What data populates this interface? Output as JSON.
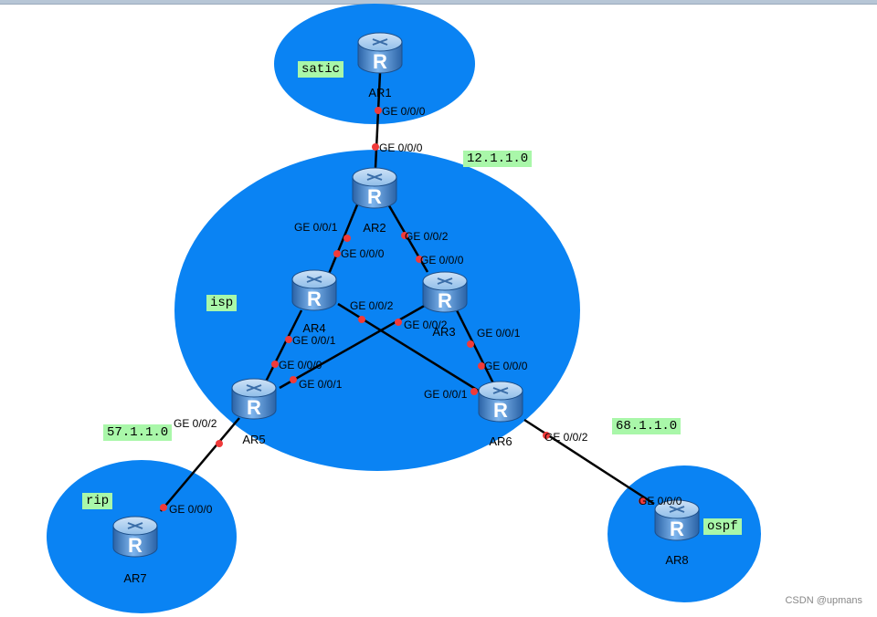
{
  "zones": [
    {
      "id": "static",
      "label": "satic"
    },
    {
      "id": "isp",
      "label": "isp"
    },
    {
      "id": "rip",
      "label": "rip"
    },
    {
      "id": "ospf",
      "label": "ospf"
    }
  ],
  "networks": [
    {
      "id": "net12",
      "label": "12.1.1.0"
    },
    {
      "id": "net57",
      "label": "57.1.1.0"
    },
    {
      "id": "net68",
      "label": "68.1.1.0"
    }
  ],
  "routers": [
    {
      "id": "ar1",
      "name": "AR1"
    },
    {
      "id": "ar2",
      "name": "AR2"
    },
    {
      "id": "ar3",
      "name": "AR3"
    },
    {
      "id": "ar4",
      "name": "AR4"
    },
    {
      "id": "ar5",
      "name": "AR5"
    },
    {
      "id": "ar6",
      "name": "AR6"
    },
    {
      "id": "ar7",
      "name": "AR7"
    },
    {
      "id": "ar8",
      "name": "AR8"
    }
  ],
  "ports": {
    "ar1_g000": "GE 0/0/0",
    "ar2_g000": "GE 0/0/0",
    "ar2_g001": "GE 0/0/1",
    "ar2_g002": "GE 0/0/2",
    "ar4_g000": "GE 0/0/0",
    "ar4_g001": "GE 0/0/1",
    "ar4_g002": "GE 0/0/2",
    "ar3_g000": "GE 0/0/0",
    "ar3_g001": "GE 0/0/1",
    "ar3_g002": "GE 0/0/2",
    "ar5_g000": "GE 0/0/0",
    "ar5_g001": "GE 0/0/1",
    "ar5_g002": "GE 0/0/2",
    "ar6_g000": "GE 0/0/0",
    "ar6_g001": "GE 0/0/1",
    "ar6_g002": "GE 0/0/2",
    "ar7_g000": "GE 0/0/0",
    "ar8_g000": "GE 0/0/0"
  },
  "watermark": "CSDN @upmans",
  "colors": {
    "zone_fill": "#0a83f3",
    "label_bg": "#a9f7a9",
    "link": "#000000",
    "port_dot": "#f03a3a",
    "router_body": "#3d80c9"
  }
}
